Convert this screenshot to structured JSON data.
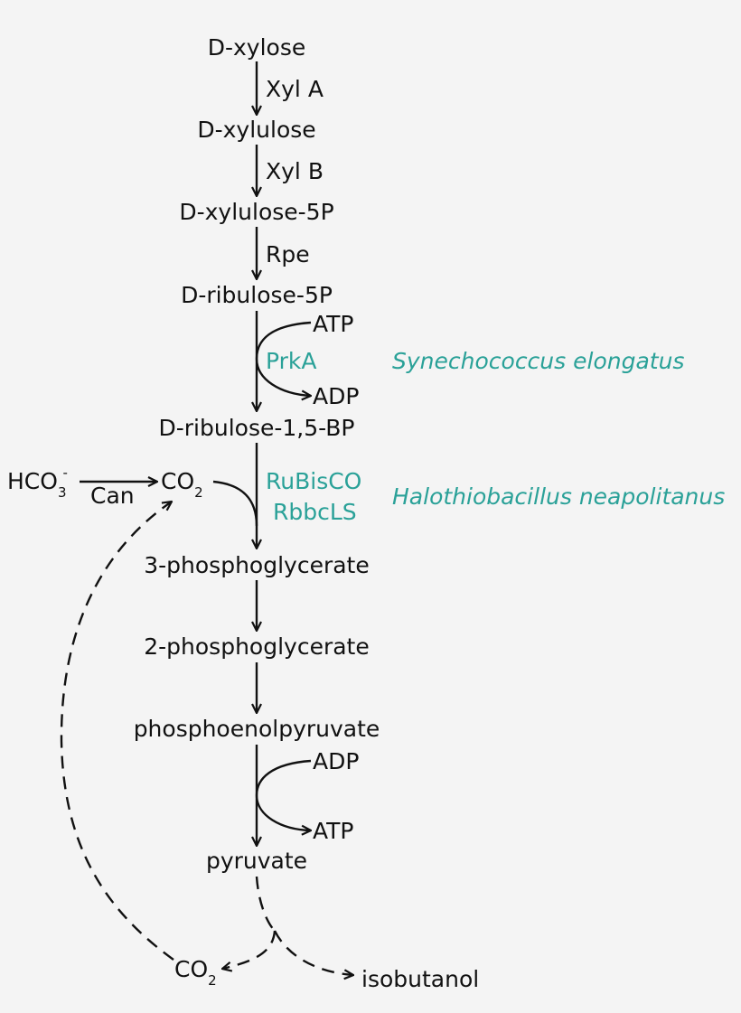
{
  "colors": {
    "text": "#111111",
    "accent": "#2aa198",
    "background": "#f4f4f4"
  },
  "metabolites": {
    "xylose": "D-xylose",
    "xylulose": "D-xylulose",
    "xylulose5p": "D-xylulose-5P",
    "ribulose5p": "D-ribulose-5P",
    "ribulose15bp": "D-ribulose-1,5-BP",
    "pga3": "3-phosphoglycerate",
    "pga2": "2-phosphoglycerate",
    "pep": "phosphoenolpyruvate",
    "pyruvate": "pyruvate",
    "isobutanol": "isobutanol",
    "hco3_base": "HCO",
    "hco3_sub": "3",
    "hco3_sup": "-",
    "co2_base": "CO",
    "co2_sub": "2"
  },
  "enzymes": {
    "xyla": "Xyl A",
    "xylb": "Xyl B",
    "rpe": "Rpe",
    "prka": "PrkA",
    "rubisco": "RuBisCO",
    "rbbcls": "RbbcLS",
    "can": "Can"
  },
  "cofactors": {
    "prk_in": "ATP",
    "prk_out": "ADP",
    "pk_in": "ADP",
    "pk_out": "ATP"
  },
  "organisms": {
    "synechococcus": "Synechococcus elongatus",
    "halothiobacillus": "Halothiobacillus neapolitanus"
  }
}
